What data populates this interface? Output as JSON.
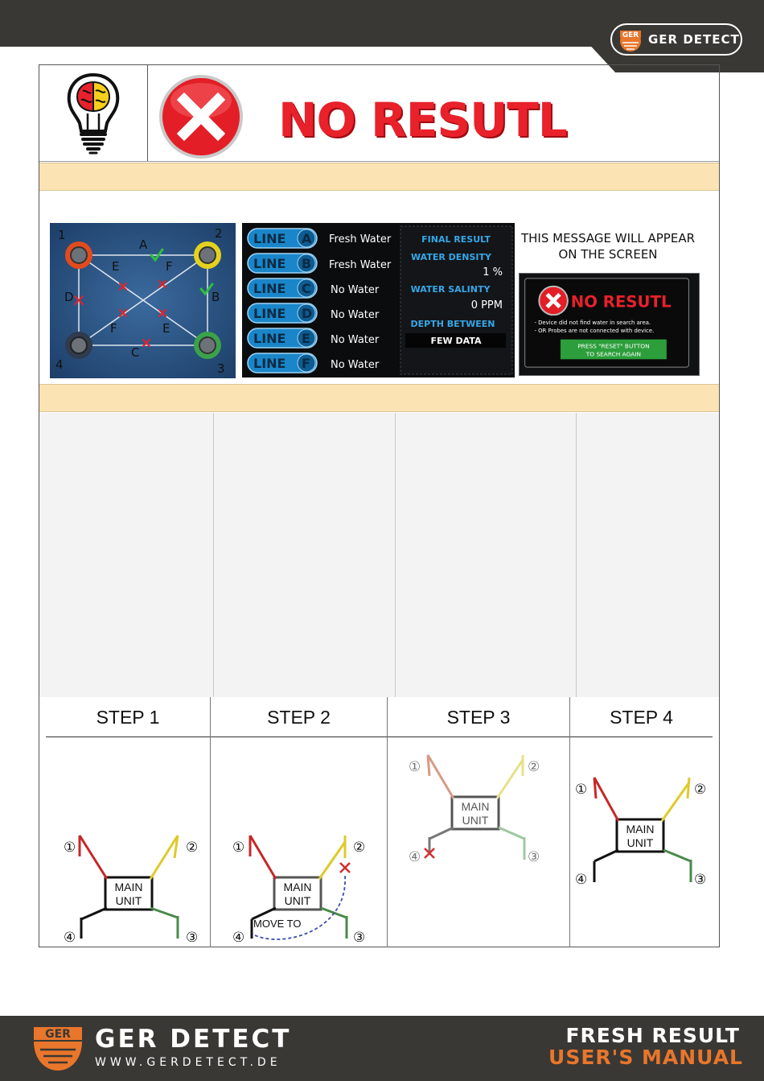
{
  "header": {
    "brand": "GER DETECT",
    "logo_mark": "GER"
  },
  "title_row": {
    "status_text": "NO RESUTL",
    "bulb_icon": "brain-lightbulb-icon",
    "status_icon": "red-x-circle-icon"
  },
  "network": {
    "probes": [
      "1",
      "2",
      "3",
      "4"
    ],
    "line_labels": [
      "A",
      "B",
      "C",
      "D",
      "E",
      "F",
      "E",
      "F"
    ],
    "colors": {
      "probe1": "#e24b1d",
      "probe2": "#e4d21e",
      "probe3": "#3aa24a",
      "probe4": "#2f3b4e",
      "background": "#27507f"
    }
  },
  "lines_panel": {
    "tag_word": "LINE",
    "rows": [
      {
        "letter": "A",
        "status": "Fresh Water"
      },
      {
        "letter": "B",
        "status": "Fresh Water"
      },
      {
        "letter": "C",
        "status": "No Water"
      },
      {
        "letter": "D",
        "status": "No Water"
      },
      {
        "letter": "E",
        "status": "No Water"
      },
      {
        "letter": "F",
        "status": "No Water"
      }
    ],
    "final_result_label": "FINAL RESULT",
    "density_label": "WATER DENSITY",
    "density_value": "1 %",
    "salinity_label": "WATER SALINTY",
    "salinity_value": "0 PPM",
    "depth_label": "DEPTH BETWEEN",
    "depth_value": "FEW DATA"
  },
  "message_caption": "THIS MESSAGE WILL APPEAR ON THE SCREEN",
  "message_box": {
    "title": "NO RESUTL",
    "line1": "- Device did not find water in search area.",
    "line2": "- OR Probes are not connected with device.",
    "button_line1": "PRESS \"RESET\" BUTTON",
    "button_line2": "TO SEARCH AGAIN"
  },
  "steps": [
    {
      "label": "STEP 1"
    },
    {
      "label": "STEP 2"
    },
    {
      "label": "STEP 3"
    },
    {
      "label": "STEP 4"
    }
  ],
  "diagram": {
    "unit_line1": "MAIN",
    "unit_line2": "UNIT",
    "move_to": "MOVE TO",
    "probe_nums": [
      "①",
      "②",
      "③",
      "④"
    ]
  },
  "footer": {
    "brand": "GER DETECT",
    "url": "WWW.GERDETECT.DE",
    "title_line1": "FRESH RESULT",
    "title_line2": "USER'S MANUAL",
    "accent": "#e8762b"
  }
}
